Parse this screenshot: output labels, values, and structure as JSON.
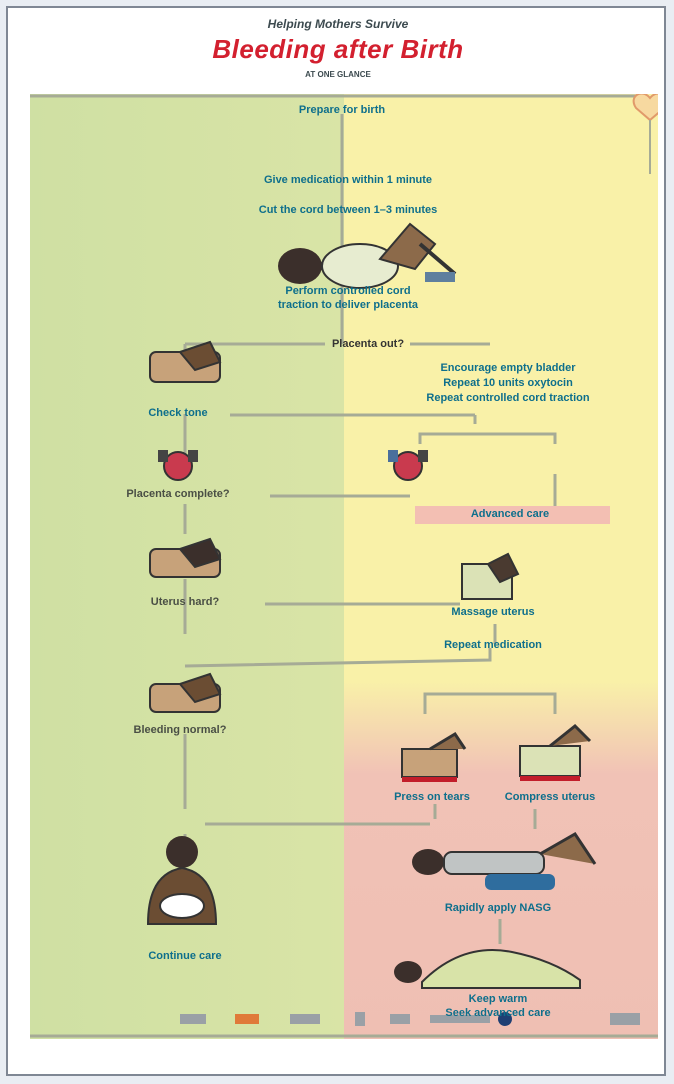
{
  "header": {
    "subtitle": "Helping Mothers Survive",
    "title": "Bleeding after Birth",
    "tagline": "AT ONE GLANCE"
  },
  "steps": {
    "prepare": "Prepare for birth",
    "give_medication": "Give medication within 1 minute",
    "cut_cord": "Cut the cord between 1–3 minutes",
    "perform_traction_1": "Perform controlled cord",
    "perform_traction_2": "traction to deliver placenta",
    "placenta_out": "Placenta out?",
    "encourage": "Encourage empty bladder",
    "repeat_oxytocin": "Repeat 10 units oxytocin",
    "repeat_traction": "Repeat controlled cord traction",
    "check_tone": "Check tone",
    "placenta_complete": "Placenta complete?",
    "advanced_care": "Advanced care",
    "uterus_hard": "Uterus hard?",
    "massage_uterus": "Massage uterus",
    "repeat_medication": "Repeat medication",
    "bleeding_normal": "Bleeding normal?",
    "press_tears": "Press on tears",
    "compress_uterus": "Compress uterus",
    "rapidly_apply": "Rapidly apply NASG",
    "continue_care": "Continue care",
    "keep_warm": "Keep warm",
    "seek_advanced": "Seek advanced care"
  },
  "colors": {
    "green": "#cfe0a3",
    "yellow": "#f9f1a8",
    "pink": "#f1c2b6",
    "teal": "#0e6f8c",
    "red": "#d3202f",
    "line": "#a6ab96"
  },
  "icons": [
    "delivering-mother-icon",
    "uterus-hand-icon",
    "placenta-icon",
    "mother-baby-icon",
    "lying-woman-icon",
    "heart-icon"
  ]
}
